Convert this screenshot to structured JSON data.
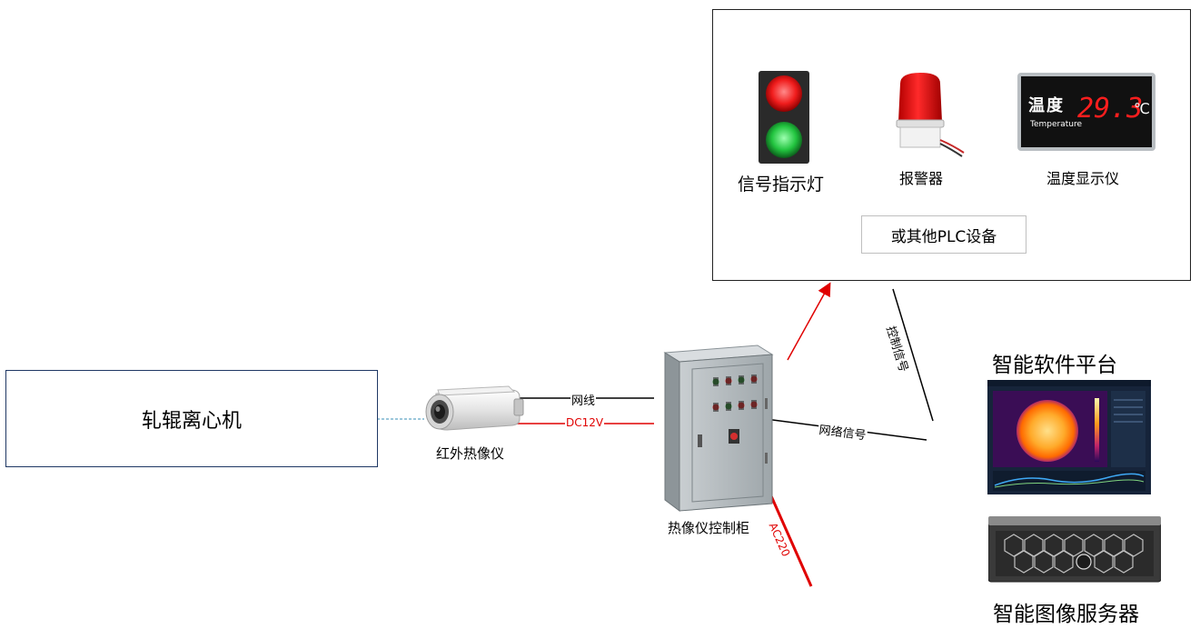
{
  "centrifuge": {
    "label": "轧辊离心机"
  },
  "camera": {
    "label": "红外热像仪"
  },
  "cabinet": {
    "label": "热像仪控制柜"
  },
  "devices_panel": {
    "signal_light": {
      "label": "信号指示灯"
    },
    "alarm": {
      "label": "报警器"
    },
    "temp_display": {
      "label": "温度显示仪",
      "title": "温度",
      "subtitle": "Temperature",
      "value": "29.3",
      "unit": "℃"
    },
    "other_plc": {
      "label": "或其他PLC设备"
    }
  },
  "software": {
    "label": "智能软件平台"
  },
  "server": {
    "label": "智能图像服务器"
  },
  "connections": {
    "network_cable": "网线",
    "dc12v": "DC12V",
    "network_signal": "网络信号",
    "control_signal": "控制信号",
    "ac220": "AC220"
  },
  "colors": {
    "power_red": "#e00000",
    "signal_black": "#000000",
    "box_border": "#1f3864",
    "dashed_link": "#3a8fb7"
  }
}
